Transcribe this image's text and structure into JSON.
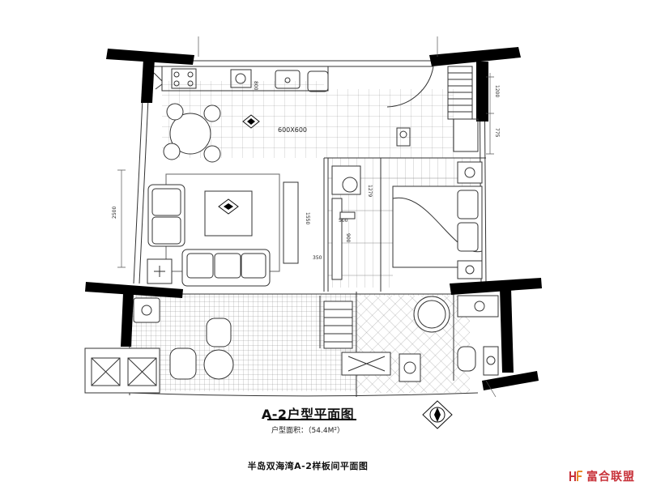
{
  "plan": {
    "title": "A-2户型平面图",
    "area_line": "户型面积：（54.4M²）",
    "caption": "半岛双海湾A-2样板间平面图",
    "floor_tile_label": "600X600",
    "dimensions": [
      "800",
      "1200",
      "775",
      "1279",
      "1550",
      "500",
      "900",
      "2500",
      "350"
    ]
  },
  "brand": {
    "name": "富合联盟",
    "accent_color": "#c8323a",
    "logo_icon": "hf-logo-icon"
  },
  "colors": {
    "wall": "#000000",
    "line": "#333333",
    "background": "#ffffff"
  }
}
